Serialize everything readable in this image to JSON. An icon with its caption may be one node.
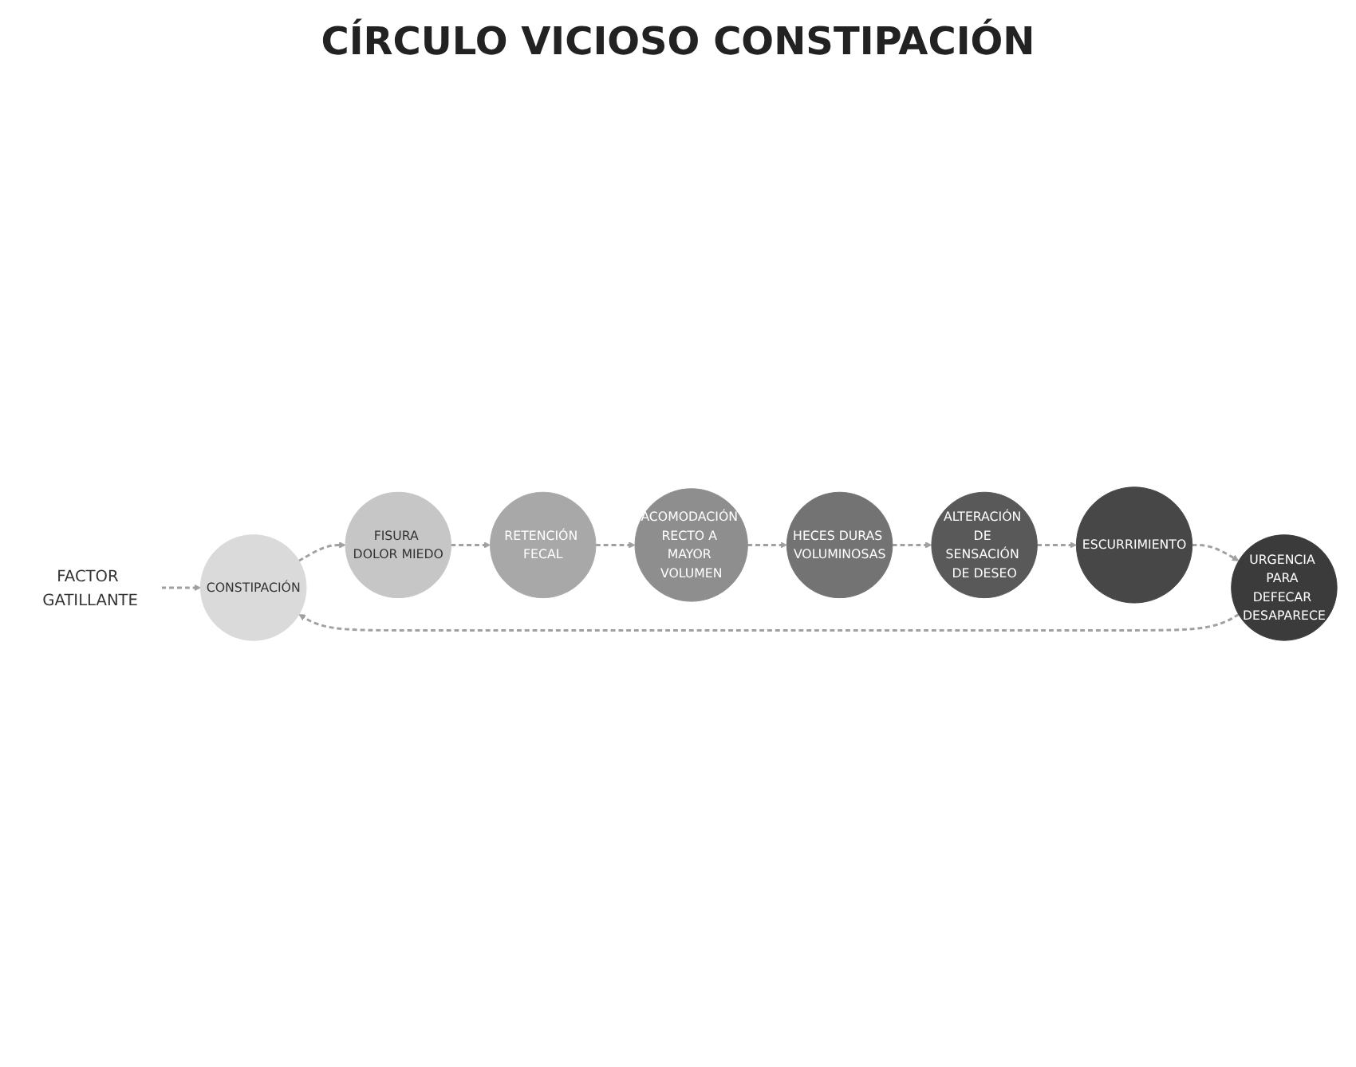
{
  "diagram": {
    "title": "CÍRCULO VICIOSO CONSTIPACIÓN",
    "nodes": [
      {
        "text": [
          "FACTOR GATILLANTE"
        ]
      },
      {
        "text": [
          "CONSTIPACIÓN"
        ]
      },
      {
        "text": [
          "FISURA DOLOR MIEDO"
        ]
      },
      {
        "text": [
          "RETENCIÓN FECAL"
        ]
      },
      {
        "text": [
          "ACOMODACIÓN RECTO A MAYOR VOLUMEN"
        ]
      },
      {
        "text": [
          "HECES DURAS VOLUMINOSAS"
        ]
      },
      {
        "text": [
          "ALTERACIÓN DE SENSACIÓN DE DESEO"
        ]
      },
      {
        "text": [
          "ESCURRIMIENTO"
        ]
      },
      {
        "text": [
          "URGENCIA PARA DEFECAR DESAPARECE"
        ]
      }
    ],
    "edges": [
      {
        "from": 0,
        "to": 1,
        "arrow": "to"
      },
      {
        "from": 1,
        "to": 2,
        "arrow": "to"
      },
      {
        "from": 2,
        "to": 3,
        "arrow": "to"
      },
      {
        "from": 3,
        "to": 4,
        "arrow": "to"
      },
      {
        "from": 4,
        "to": 5,
        "arrow": "to"
      },
      {
        "from": 5,
        "to": 6,
        "arrow": "to"
      },
      {
        "from": 6,
        "to": 7,
        "arrow": "to"
      },
      {
        "from": 7,
        "to": 8,
        "arrow": "to"
      },
      {
        "from": 8,
        "to": 1,
        "arrow": "to"
      }
    ]
  }
}
